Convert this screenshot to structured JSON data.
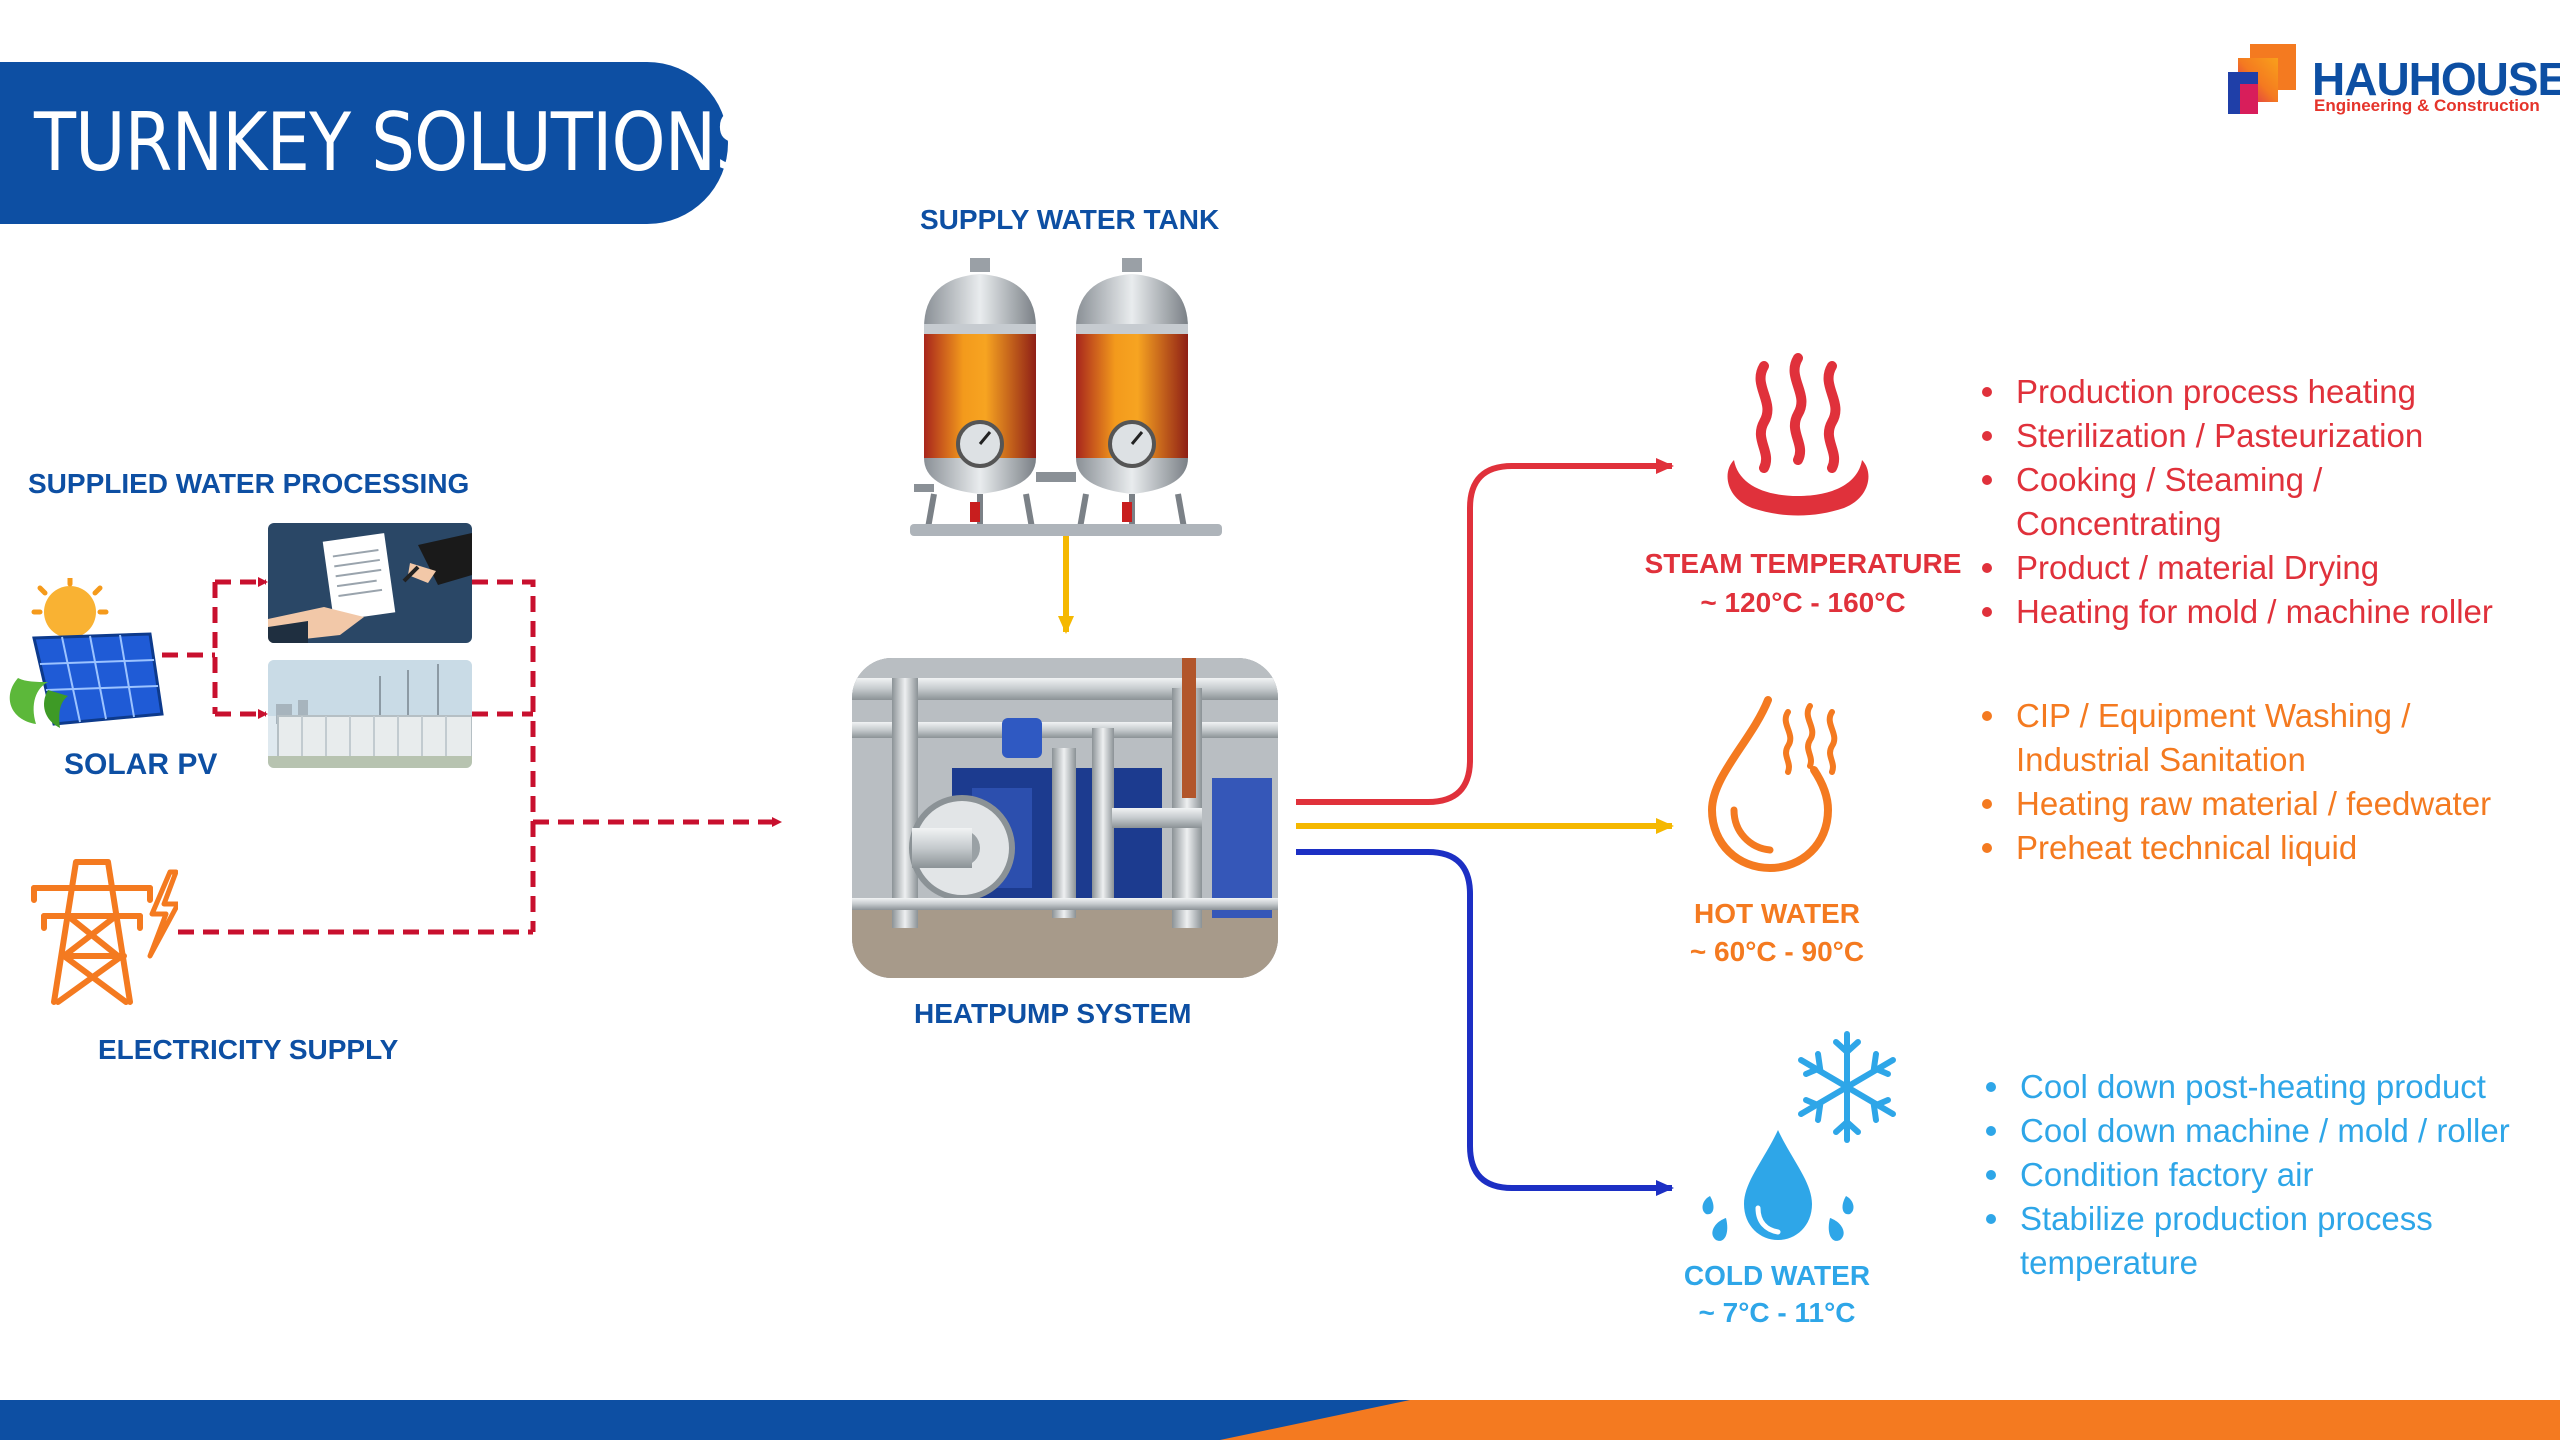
{
  "title": "TURNKEY SOLUTIONS",
  "logo": {
    "name": "HAUHOUSE",
    "tagline": "Engineering & Construction"
  },
  "labels": {
    "supply_tank": "SUPPLY WATER TANK",
    "supplied_processing": "SUPPLIED WATER PROCESSING",
    "solar": "SOLAR PV",
    "electricity": "ELECTRICITY SUPPLY",
    "heatpump": "HEATPUMP SYSTEM"
  },
  "outputs": {
    "steam": {
      "name": "STEAM TEMPERATURE",
      "range": "~ 120°C - 160°C",
      "color": "#e0313b",
      "items": [
        "Production process heating",
        "Sterilization / Pasteurization",
        "Cooking / Steaming /",
        "Concentrating",
        "Product / material Drying",
        "Heating for mold / machine roller"
      ]
    },
    "hot": {
      "name": "HOT WATER",
      "range": "~ 60°C - 90°C",
      "color": "#f47a20",
      "items": [
        "CIP / Equipment Washing /",
        "Industrial Sanitation",
        "Heating raw material / feedwater",
        "Preheat technical liquid"
      ]
    },
    "cold": {
      "name": "COLD WATER",
      "range": "~ 7°C - 11°C",
      "color": "#2ea6e8",
      "items": [
        "Cool down post-heating product",
        "Cool down machine / mold / roller",
        "Condition factory air",
        "Stabilize production process",
        "temperature"
      ]
    }
  },
  "colors": {
    "brand_blue": "#0d4fa3",
    "brand_orange": "#f47a20",
    "connector_red": "#c8102e",
    "supply_yellow": "#f5b800",
    "steam_line": "#e0313b",
    "hot_line": "#f5b800",
    "cold_line": "#1c2fc4"
  },
  "icons": [
    "sun-icon",
    "solar-panel-icon",
    "contract-handshake-icon",
    "battery-storage-icon",
    "power-tower-icon",
    "lightning-icon",
    "water-tank-icon",
    "heatpump-photo",
    "steam-icon",
    "hot-water-drop-icon",
    "snowflake-icon",
    "cold-water-drop-icon"
  ]
}
